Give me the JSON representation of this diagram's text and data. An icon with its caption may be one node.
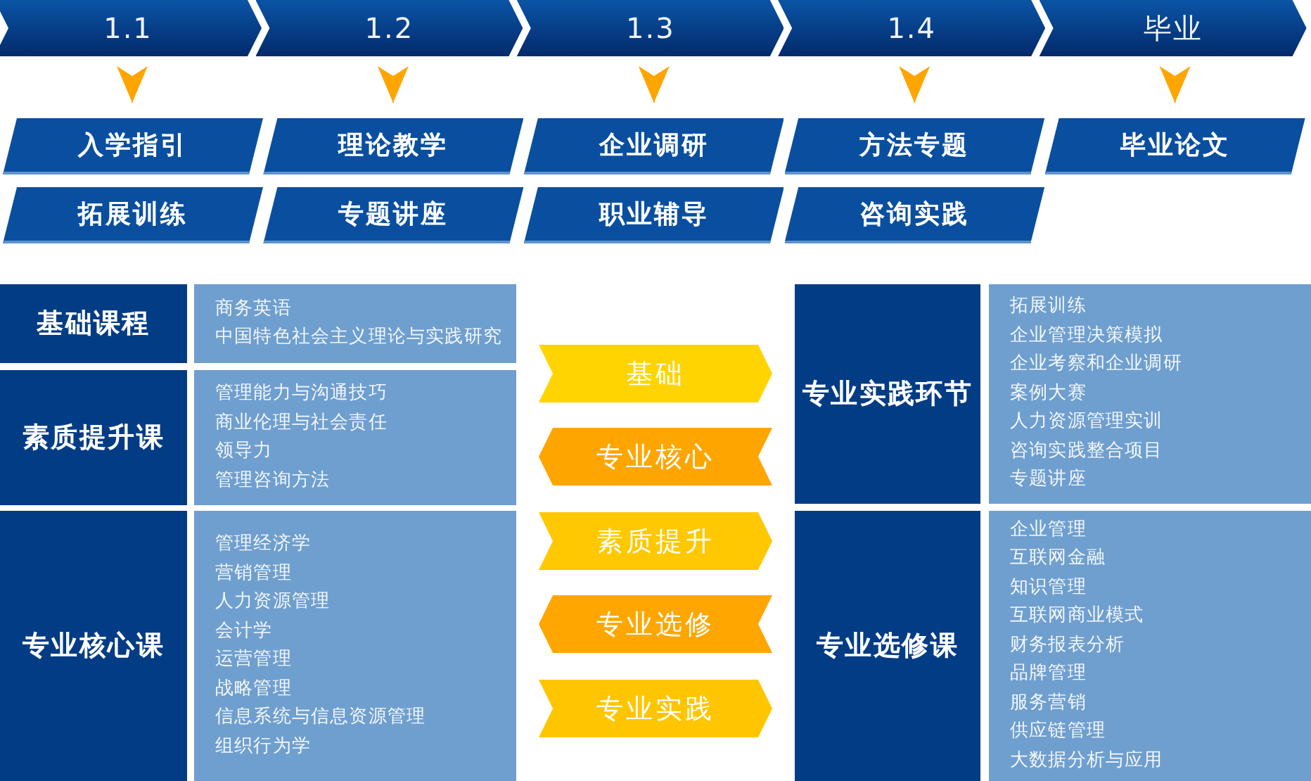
{
  "diagram": {
    "nodes": [
      {
        "text": [
          "1.1"
        ]
      },
      {
        "text": [
          "1.2"
        ]
      },
      {
        "text": [
          "1.3"
        ]
      },
      {
        "text": [
          "1.4"
        ]
      },
      {
        "text": [
          "毕业"
        ]
      },
      {
        "text": [
          "入学指引"
        ]
      },
      {
        "text": [
          "理论教学"
        ]
      },
      {
        "text": [
          "企业调研"
        ]
      },
      {
        "text": [
          "方法专题"
        ]
      },
      {
        "text": [
          "毕业论文"
        ]
      },
      {
        "text": [
          "拓展训练"
        ]
      },
      {
        "text": [
          "专题讲座"
        ]
      },
      {
        "text": [
          "职业辅导"
        ]
      },
      {
        "text": [
          "咨询实践"
        ]
      },
      {
        "text": [
          "基础课程"
        ]
      },
      {
        "text": [
          "商务英语",
          "中国特色社会主义理论与实践研究"
        ]
      },
      {
        "text": [
          "素质提升课"
        ]
      },
      {
        "text": [
          "管理能力与沟通技巧",
          "商业伦理与社会责任",
          "领导力",
          "管理咨询方法"
        ]
      },
      {
        "text": [
          "专业核心课"
        ]
      },
      {
        "text": [
          "管理经济学",
          "营销管理",
          "人力资源管理",
          "会计学",
          "运营管理",
          "战略管理",
          "信息系统与信息资源管理",
          "组织行为学"
        ]
      },
      {
        "text": [
          "基础"
        ]
      },
      {
        "text": [
          "专业核心"
        ]
      },
      {
        "text": [
          "素质提升"
        ]
      },
      {
        "text": [
          "专业选修"
        ]
      },
      {
        "text": [
          "专业实践"
        ]
      },
      {
        "text": [
          "专业实践环节"
        ]
      },
      {
        "text": [
          "拓展训练",
          "企业管理决策模拟",
          "企业考察和企业调研",
          "案例大赛",
          "人力资源管理实训",
          "咨询实践整合项目",
          "专题讲座"
        ]
      },
      {
        "text": [
          "专业选修课"
        ]
      },
      {
        "text": [
          "企业管理",
          "互联网金融",
          "知识管理",
          "互联网商业模式",
          "财务报表分析",
          "品牌管理",
          "服务营销",
          "供应链管理",
          "大数据分析与应用"
        ]
      }
    ],
    "edges": [
      {
        "from": 0,
        "to": 5,
        "arrow": "to"
      },
      {
        "from": 1,
        "to": 6,
        "arrow": "to"
      },
      {
        "from": 2,
        "to": 7,
        "arrow": "to"
      },
      {
        "from": 3,
        "to": 8,
        "arrow": "to"
      },
      {
        "from": 4,
        "to": 9,
        "arrow": "to"
      }
    ]
  }
}
